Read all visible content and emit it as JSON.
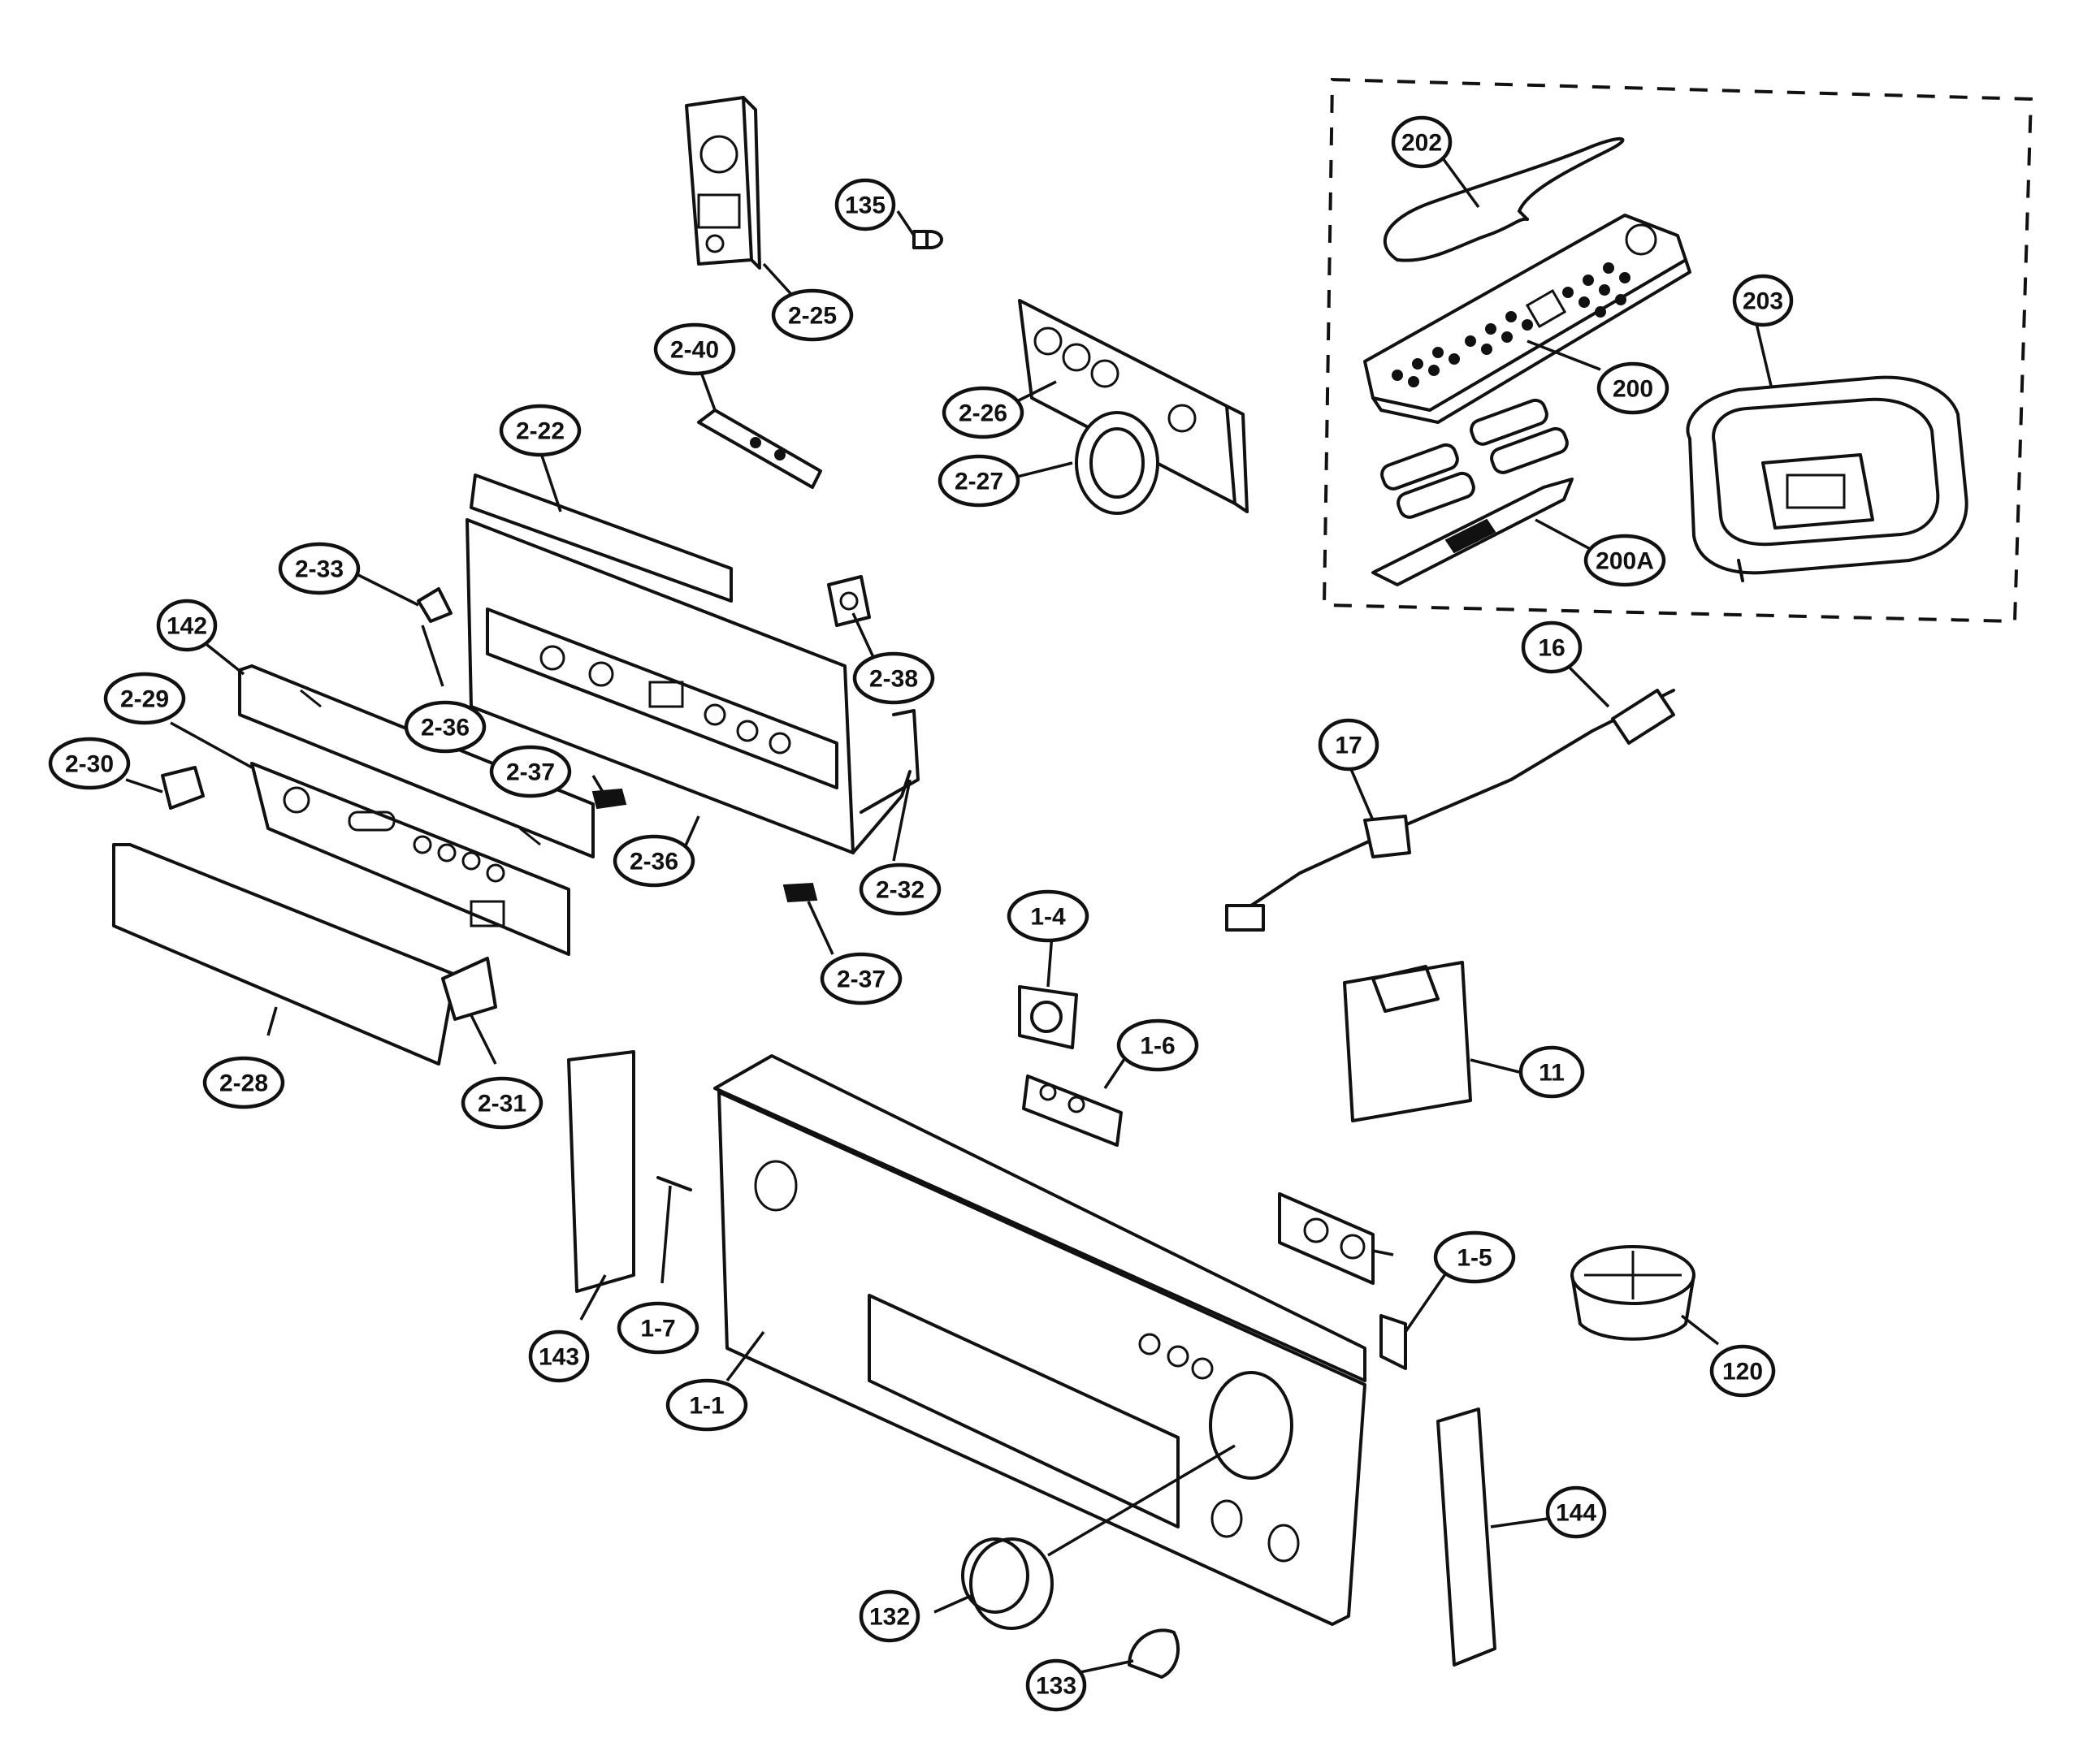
{
  "parts": [
    {
      "id": "p225",
      "label": "2-25"
    },
    {
      "id": "p135",
      "label": "135"
    },
    {
      "id": "p240",
      "label": "2-40"
    },
    {
      "id": "p226",
      "label": "2-26"
    },
    {
      "id": "p227",
      "label": "2-27"
    },
    {
      "id": "p222",
      "label": "2-22"
    },
    {
      "id": "p233",
      "label": "2-33"
    },
    {
      "id": "p142",
      "label": "142"
    },
    {
      "id": "p229",
      "label": "2-29"
    },
    {
      "id": "p230",
      "label": "2-30"
    },
    {
      "id": "p236a",
      "label": "2-36"
    },
    {
      "id": "p237a",
      "label": "2-37"
    },
    {
      "id": "p238",
      "label": "2-38"
    },
    {
      "id": "p236b",
      "label": "2-36"
    },
    {
      "id": "p232",
      "label": "2-32"
    },
    {
      "id": "p237b",
      "label": "2-37"
    },
    {
      "id": "p228",
      "label": "2-28"
    },
    {
      "id": "p231",
      "label": "2-31"
    },
    {
      "id": "p202",
      "label": "202"
    },
    {
      "id": "p200",
      "label": "200"
    },
    {
      "id": "p203",
      "label": "203"
    },
    {
      "id": "p200a",
      "label": "200A"
    },
    {
      "id": "p16",
      "label": "16"
    },
    {
      "id": "p17",
      "label": "17"
    },
    {
      "id": "p14",
      "label": "1-4"
    },
    {
      "id": "p16b",
      "label": "1-6"
    },
    {
      "id": "p11",
      "label": "11"
    },
    {
      "id": "p143",
      "label": "143"
    },
    {
      "id": "p17b",
      "label": "1-7"
    },
    {
      "id": "p11b",
      "label": "1-1"
    },
    {
      "id": "p15",
      "label": "1-5"
    },
    {
      "id": "p120",
      "label": "120"
    },
    {
      "id": "p144",
      "label": "144"
    },
    {
      "id": "p132",
      "label": "132"
    },
    {
      "id": "p133",
      "label": "133"
    }
  ]
}
